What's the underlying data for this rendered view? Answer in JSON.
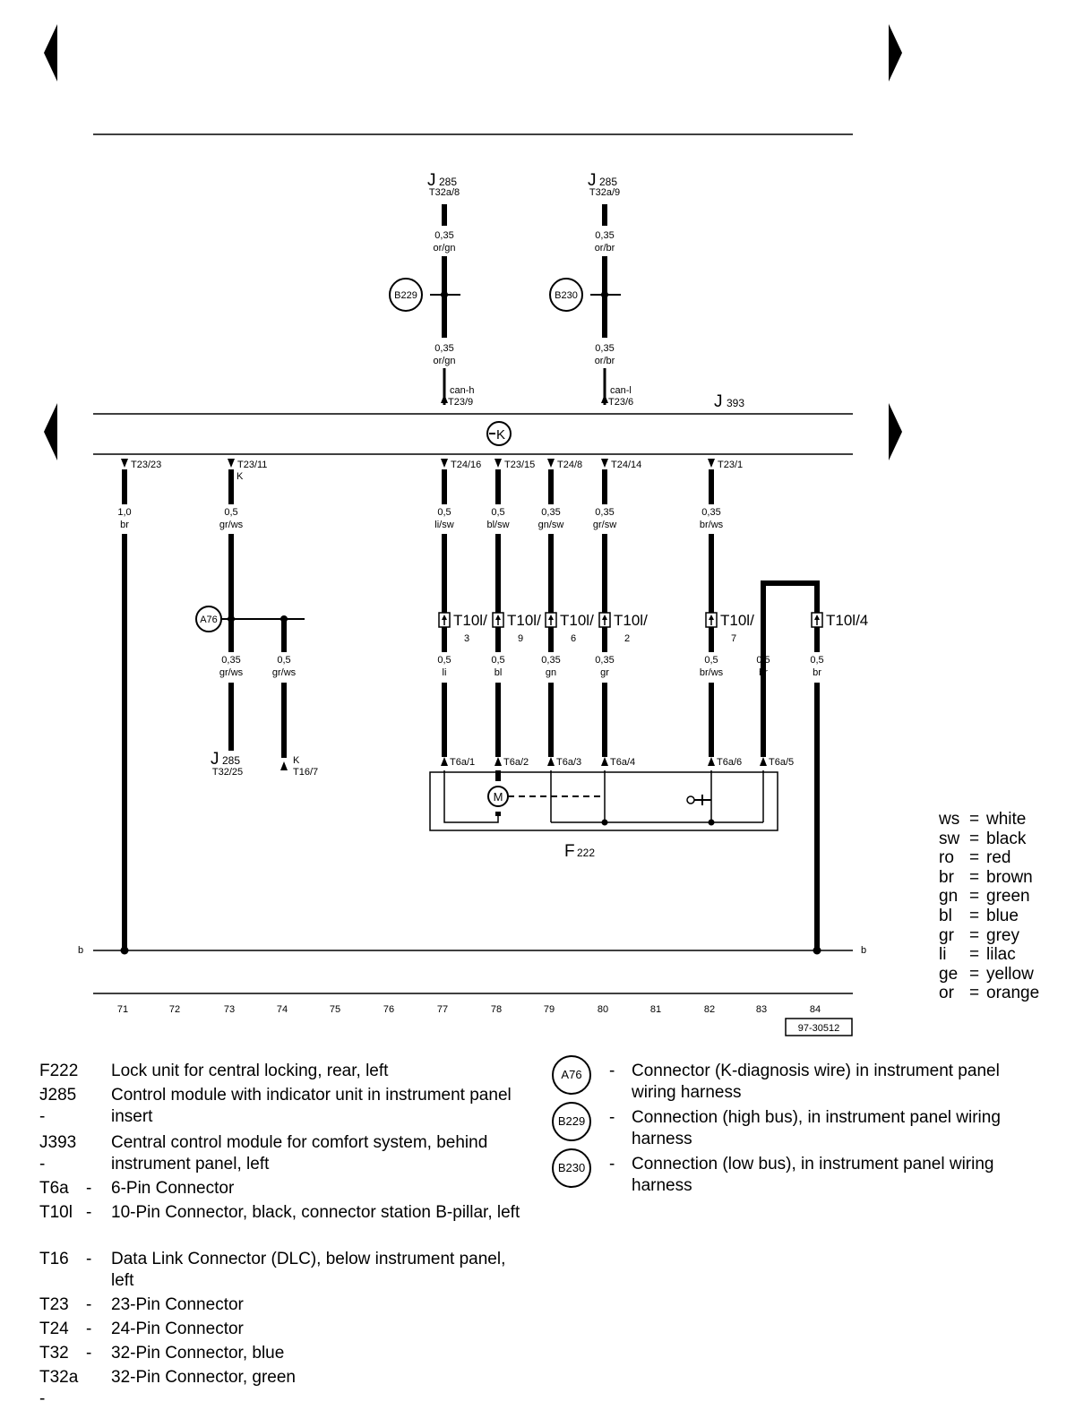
{
  "components": {
    "j285_top_left": {
      "id": "J",
      "sub": "285",
      "pin": "T32a/8"
    },
    "j285_top_right": {
      "id": "J",
      "sub": "285",
      "pin": "T32a/9"
    },
    "j393": {
      "id": "J",
      "sub": "393"
    },
    "j285_bottom": {
      "id": "J",
      "sub": "285",
      "pin": "T32/25"
    },
    "f222": {
      "id": "F",
      "sub": "222"
    },
    "k_t16": {
      "label": "K",
      "pin": "T16/7"
    },
    "motor_symbol": "M",
    "module_symbol": "K"
  },
  "can_bus": {
    "high": {
      "wire_size": "0,35",
      "wire_color": "or/gn",
      "connector": "B229",
      "signal": "can-h",
      "pin": "T23/9"
    },
    "low": {
      "wire_size": "0,35",
      "wire_color": "or/br",
      "connector": "B230",
      "signal": "can-l",
      "pin": "T23/6"
    }
  },
  "j393_pins": [
    "T23/23",
    "T23/11",
    "T24/16",
    "T23/15",
    "T24/8",
    "T24/14",
    "T23/1"
  ],
  "k_wire_label": "K",
  "upper_wires": [
    {
      "size": "1,0",
      "color": "br"
    },
    {
      "size": "0,5",
      "color": "gr/ws"
    },
    {
      "size": "0,5",
      "color": "li/sw"
    },
    {
      "size": "0,5",
      "color": "bl/sw"
    },
    {
      "size": "0,35",
      "color": "gn/sw"
    },
    {
      "size": "0,35",
      "color": "gr/sw"
    },
    {
      "size": "0,35",
      "color": "br/ws"
    }
  ],
  "a76": {
    "connector": "A76",
    "wire_left": {
      "size": "0,35",
      "color": "gr/ws"
    },
    "wire_right": {
      "size": "0,5",
      "color": "gr/ws"
    }
  },
  "t10l_connectors": [
    {
      "label": "T10l/",
      "pin": "3"
    },
    {
      "label": "T10l/",
      "pin": "9"
    },
    {
      "label": "T10l/",
      "pin": "6"
    },
    {
      "label": "T10l/",
      "pin": "2"
    },
    {
      "label": "T10l/",
      "pin": "7"
    },
    {
      "label": "T10l/4",
      "pin": ""
    }
  ],
  "lower_wires": [
    {
      "size": "0,5",
      "color": "li"
    },
    {
      "size": "0,5",
      "color": "bl"
    },
    {
      "size": "0,35",
      "color": "gn"
    },
    {
      "size": "0,35",
      "color": "gr"
    },
    {
      "size": "0,5",
      "color": "br/ws"
    },
    {
      "size": "0,5",
      "color": "br"
    },
    {
      "size": "0,5",
      "color": "br"
    }
  ],
  "t6a_pins": [
    "T6a/1",
    "T6a/2",
    "T6a/3",
    "T6a/4",
    "T6a/6",
    "T6a/5"
  ],
  "ground_label": "b",
  "track_numbers": [
    "71",
    "72",
    "73",
    "74",
    "75",
    "76",
    "77",
    "78",
    "79",
    "80",
    "81",
    "82",
    "83",
    "84"
  ],
  "figure_id": "97-30512",
  "color_key": [
    {
      "abbr": "ws",
      "name": "white"
    },
    {
      "abbr": "sw",
      "name": "black"
    },
    {
      "abbr": "ro",
      "name": "red"
    },
    {
      "abbr": "br",
      "name": "brown"
    },
    {
      "abbr": "gn",
      "name": "green"
    },
    {
      "abbr": "bl",
      "name": "blue"
    },
    {
      "abbr": "gr",
      "name": "grey"
    },
    {
      "abbr": "li",
      "name": "lilac"
    },
    {
      "abbr": "ge",
      "name": "yellow"
    },
    {
      "abbr": "or",
      "name": "orange"
    }
  ],
  "legend": [
    {
      "code": "F222 -",
      "desc": "Lock unit for central locking, rear, left"
    },
    {
      "code": "J285 -",
      "desc": "Control module with indicator unit in instrument panel insert"
    },
    {
      "code": "J393 -",
      "desc": "Central control module for comfort system, behind instrument panel, left"
    },
    {
      "code": "T6a",
      "desc": "6-Pin Connector"
    },
    {
      "code": "T10l",
      "desc": "10-Pin Connector, black, connector station B-pillar, left"
    },
    {
      "code": "T16",
      "desc": "Data Link Connector (DLC), below instrument panel, left"
    },
    {
      "code": "T23",
      "desc": "23-Pin Connector"
    },
    {
      "code": "T24",
      "desc": "24-Pin Connector"
    },
    {
      "code": "T32",
      "desc": "32-Pin Connector, blue"
    },
    {
      "code": "T32a -",
      "desc": "32-Pin Connector, green"
    }
  ],
  "legend_dash": "-",
  "connector_legend": [
    {
      "code": "A76",
      "desc": "Connector (K-diagnosis wire) in instrument panel wiring harness"
    },
    {
      "code": "B229",
      "desc": "Connection (high bus), in instrument panel wiring harness"
    },
    {
      "code": "B230",
      "desc": "Connection (low bus), in instrument panel wiring harness"
    }
  ]
}
